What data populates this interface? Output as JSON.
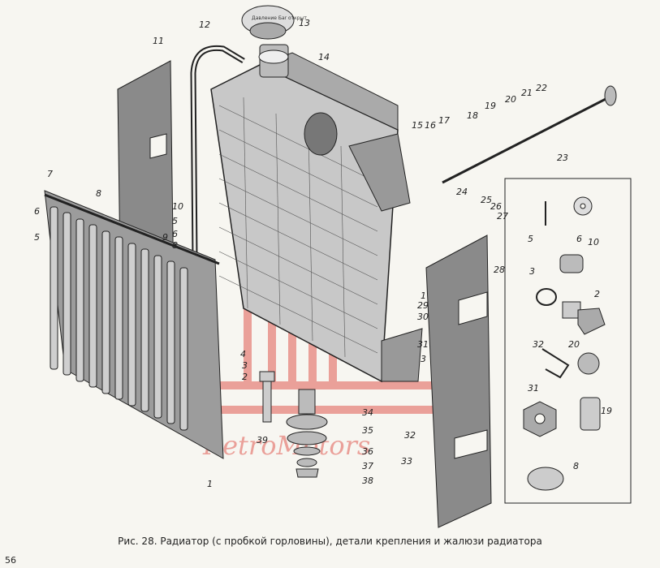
{
  "figure": {
    "caption": "Рис. 28. Радиатор (с пробкой горловины), детали крепления и жалюзи радиатора",
    "page_number": "56"
  },
  "callouts": [
    "13",
    "12",
    "11",
    "14",
    "15",
    "16",
    "17",
    "18",
    "19",
    "20",
    "21",
    "22",
    "23",
    "7",
    "8",
    "6",
    "5",
    "10",
    "5",
    "6",
    "9",
    "8",
    "24",
    "25",
    "26",
    "27",
    "28",
    "29",
    "1",
    "30",
    "31",
    "3",
    "4",
    "3",
    "2",
    "39",
    "34",
    "35",
    "36",
    "37",
    "38",
    "32",
    "33",
    "1",
    "5",
    "6",
    "10",
    "3",
    "2",
    "32",
    "20",
    "31",
    "19",
    "8"
  ],
  "cap_stamp_text": "Давление Бar открыт",
  "watermark": "RetroMotors",
  "colors": {
    "ink": "#2a2a2a",
    "callout_highlight": "#3a8a3a",
    "watermark": "#e15a52"
  }
}
